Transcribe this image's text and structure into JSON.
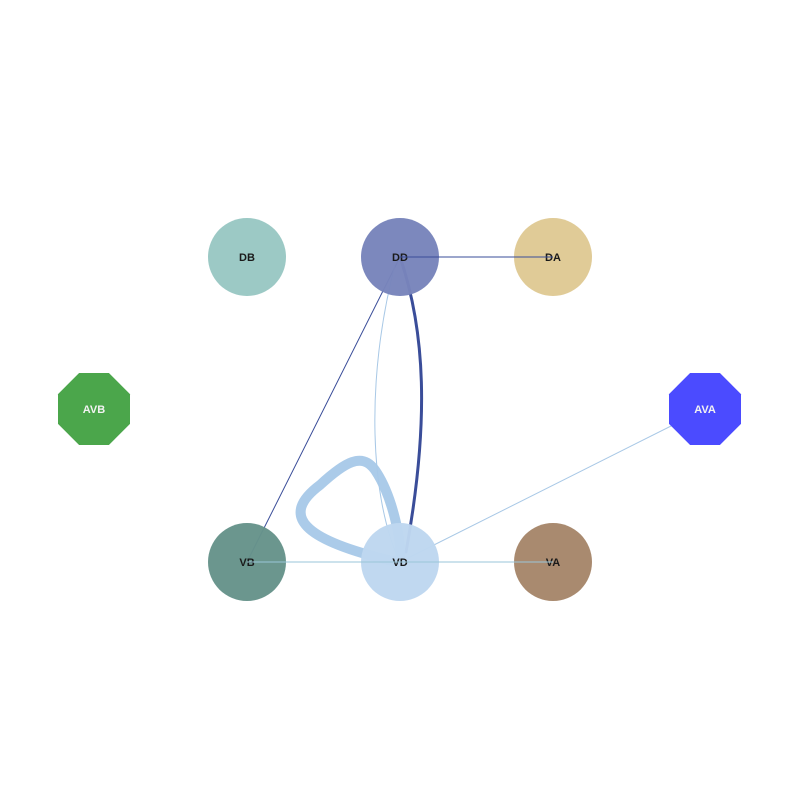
{
  "nodes": [
    {
      "id": "DB",
      "label": "DB",
      "shape": "circle",
      "fill": "#99c7c3",
      "text_color": "#1a1a1a"
    },
    {
      "id": "DD",
      "label": "DD",
      "shape": "circle",
      "fill": "#7884bb",
      "text_color": "#1a1a1a"
    },
    {
      "id": "DA",
      "label": "DA",
      "shape": "circle",
      "fill": "#dfc994",
      "text_color": "#1a1a1a"
    },
    {
      "id": "AVB",
      "label": "AVB",
      "shape": "octagon",
      "fill": "#4ba64b",
      "text_color": "#f2f2f2"
    },
    {
      "id": "AVA",
      "label": "AVA",
      "shape": "octagon",
      "fill": "#4b4bff",
      "text_color": "#f2f2f2"
    },
    {
      "id": "VB",
      "label": "VB",
      "shape": "circle",
      "fill": "#66938a",
      "text_color": "#1a1a1a"
    },
    {
      "id": "VD",
      "label": "VD",
      "shape": "circle",
      "fill": "#bed7ef",
      "text_color": "#1a1a1a"
    },
    {
      "id": "VA",
      "label": "VA",
      "shape": "circle",
      "fill": "#a6866a",
      "text_color": "#1a1a1a"
    }
  ],
  "edges": [
    {
      "source": "DD",
      "target": "DA",
      "color": "#3a4d99",
      "weight": 1,
      "curved": false
    },
    {
      "source": "DD",
      "target": "VB",
      "color": "#3a4d99",
      "weight": 1,
      "curved": false
    },
    {
      "source": "DD",
      "target": "VD",
      "color": "#3a4d99",
      "weight": 3,
      "curved": true
    },
    {
      "source": "VD",
      "target": "DD",
      "color": "#a8c8e6",
      "weight": 1,
      "curved": true
    },
    {
      "source": "VD",
      "target": "VD",
      "color": "#a6c8e8",
      "weight": 10,
      "loop": true
    },
    {
      "source": "VD",
      "target": "AVA",
      "color": "#a8c8e6",
      "weight": 1,
      "curved": false
    },
    {
      "source": "VD",
      "target": "VA",
      "color": "#9ac6d8",
      "weight": 1,
      "curved": false
    },
    {
      "source": "VB",
      "target": "VD",
      "color": "#9ac6d8",
      "weight": 1,
      "curved": false
    }
  ]
}
